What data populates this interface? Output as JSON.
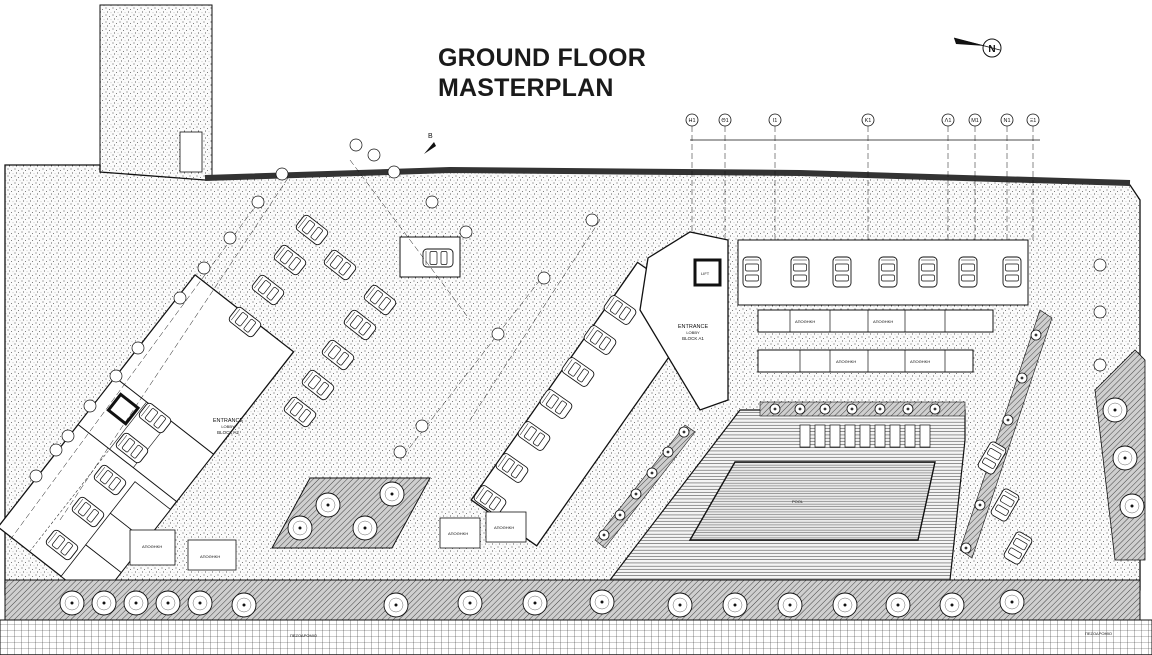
{
  "title": {
    "line1": "GROUND FLOOR",
    "line2": "MASTERPLAN"
  },
  "north": {
    "label": "N"
  },
  "section_marker": "B",
  "grid_axes": [
    "H1",
    "Θ1",
    "I1",
    "K1",
    "Λ1",
    "M1",
    "N1",
    "Ξ1"
  ],
  "entrance_a1": {
    "line1": "ENTRANCE",
    "line2": "LOBBY",
    "line3": "BLOCK A1"
  },
  "entrance_a2": {
    "line1": "ENTRANCE",
    "line2": "LOBBY",
    "line3": "BLOCK A2"
  },
  "lift_label": "LIFT",
  "pool_label": "POOL",
  "storage_label": "ΑΠΟΘΗΚΗ",
  "pavement_label": "ΠΕΖΟΔΡΟΜΙΟ",
  "colors": {
    "line": "#111111",
    "hatch": "#3a3a3a",
    "paper": "#ffffff",
    "fill": "#d8d8d8"
  }
}
